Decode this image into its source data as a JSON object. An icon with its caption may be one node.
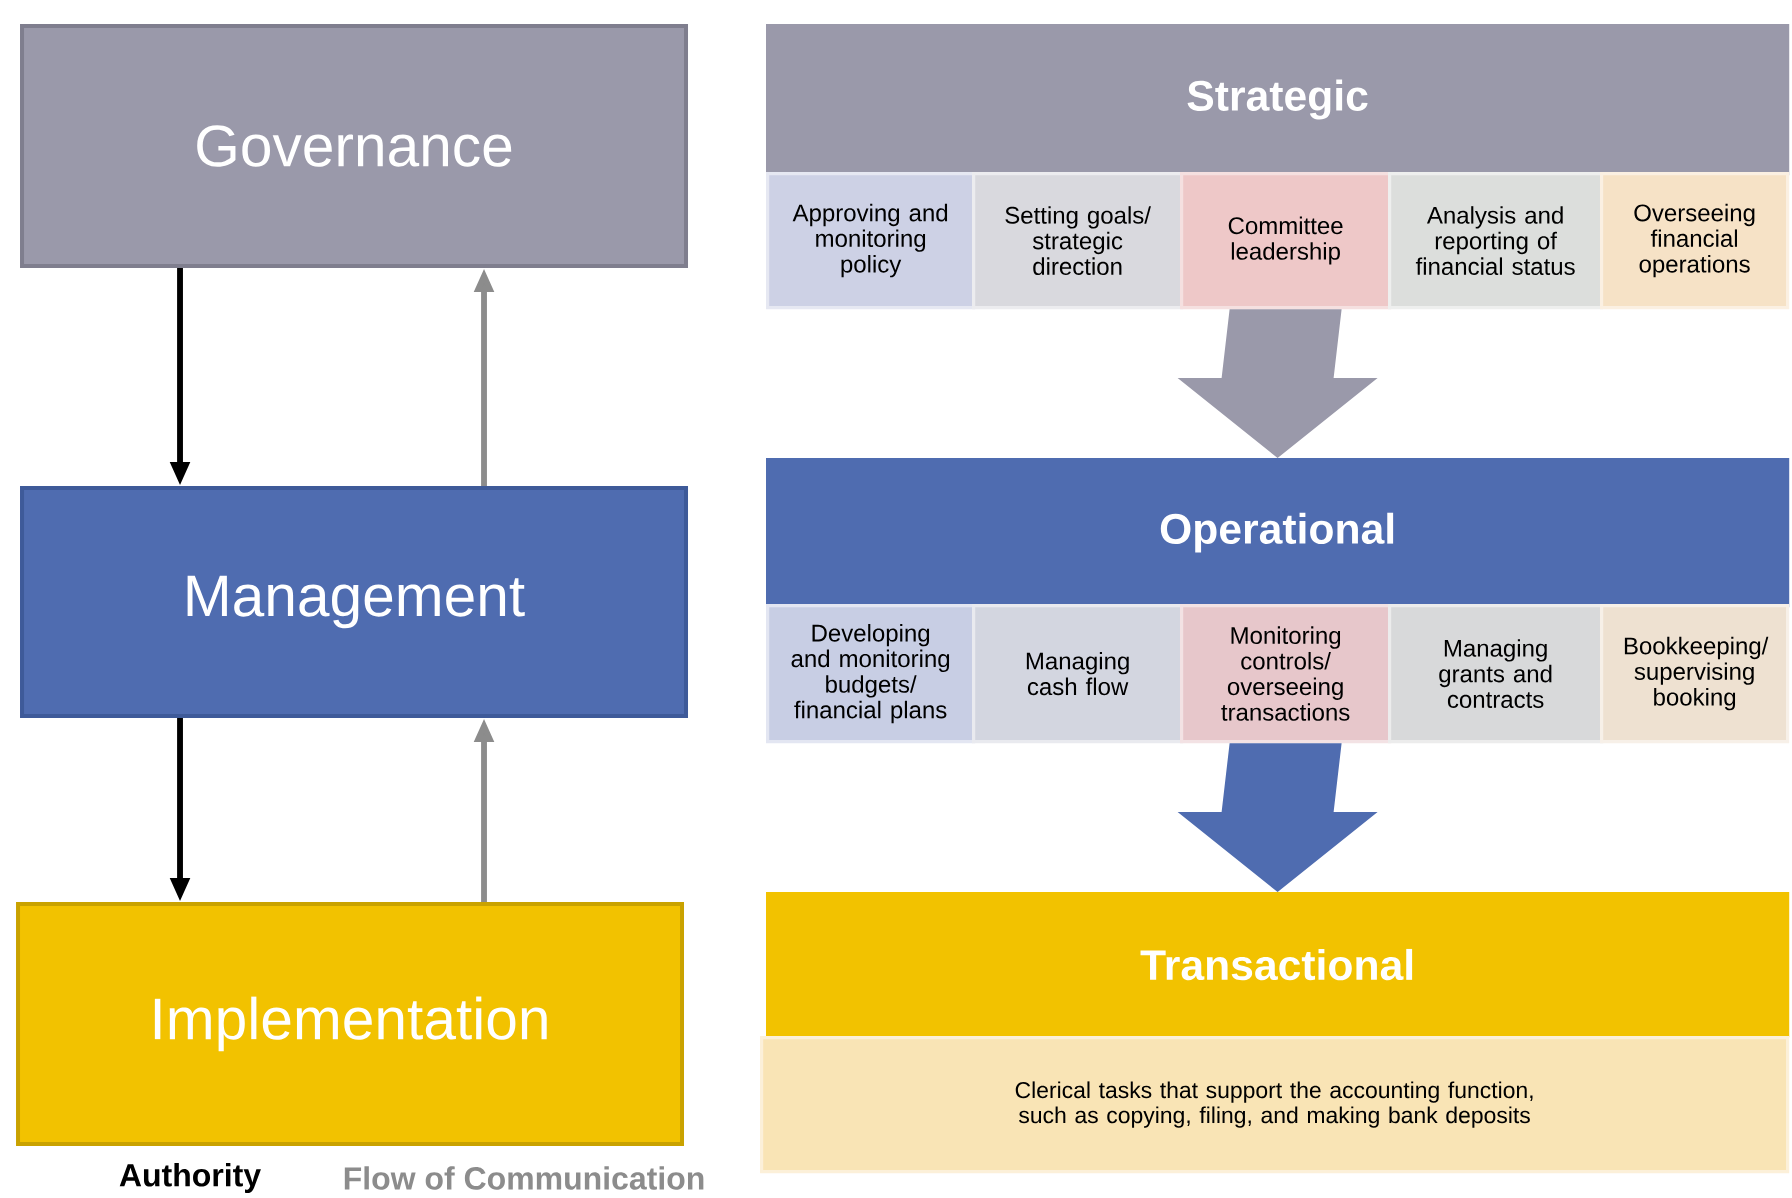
{
  "diagram": {
    "nodes": [
      {
        "text": [
          "Governance"
        ]
      },
      {
        "text": [
          "Management"
        ]
      },
      {
        "text": [
          "Implementation"
        ]
      },
      {
        "text": [
          "Strategic"
        ]
      },
      {
        "text": [
          "Approving and monitoring policy"
        ]
      },
      {
        "text": [
          "Setting goals/ strategic direction"
        ]
      },
      {
        "text": [
          "Committee leadership"
        ]
      },
      {
        "text": [
          "Analysis and reporting of financial status"
        ]
      },
      {
        "text": [
          "Overseeing financial operations"
        ]
      },
      {
        "text": [
          "Operational"
        ]
      },
      {
        "text": [
          "Developing and monitoring budgets/ financial plans"
        ]
      },
      {
        "text": [
          "Managing cash flow"
        ]
      },
      {
        "text": [
          "Monitoring controls/ overseeing transactions"
        ]
      },
      {
        "text": [
          "Managing grants and contracts"
        ]
      },
      {
        "text": [
          "Bookkeeping/ supervising booking"
        ]
      },
      {
        "text": [
          "Transactional"
        ]
      },
      {
        "text": [
          "Clerical tasks that support the accounting function, such as copying, filing, and making bank deposits"
        ]
      }
    ],
    "edges": [
      {
        "from": 0,
        "to": 1,
        "arrow": "to"
      },
      {
        "from": 1,
        "to": 0,
        "arrow": "to",
        "color": "#8c8c8c"
      },
      {
        "from": 1,
        "to": 2,
        "arrow": "to"
      },
      {
        "from": 2,
        "to": 1,
        "arrow": "to",
        "color": "#8c8c8c"
      },
      {
        "from": 6,
        "to": 9,
        "arrow": "to",
        "style": "thick",
        "color": "#9a99aa"
      },
      {
        "from": 12,
        "to": 15,
        "arrow": "to",
        "style": "thick",
        "color": "#4f6cb0"
      }
    ],
    "labels": [
      "Authority",
      "Flow of Communication"
    ]
  }
}
